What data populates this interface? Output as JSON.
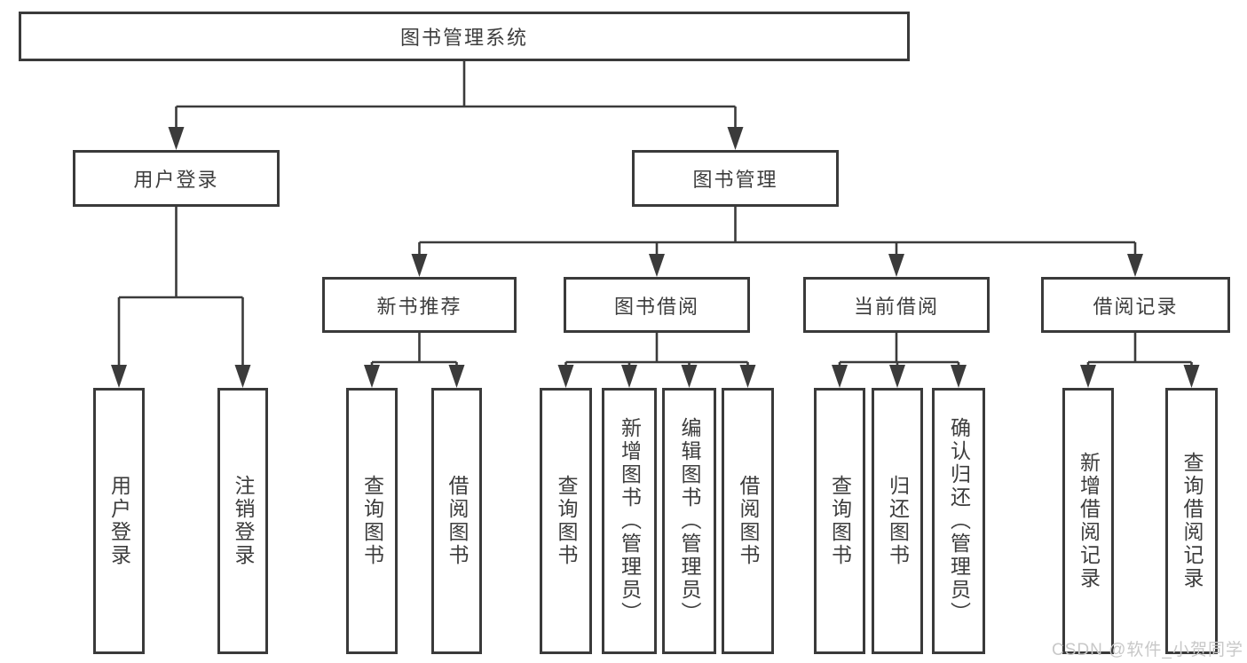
{
  "diagram": {
    "type": "tree-hierarchy",
    "colors": {
      "line": "#3b3b3b",
      "border": "#3a3a3a",
      "text": "#3d3d3d",
      "background": "#ffffff",
      "watermark": "#c8c8c8"
    },
    "tree": {
      "label": "图书管理系统",
      "children": [
        {
          "label": "用户登录",
          "children": [
            {
              "label": "用户登录"
            },
            {
              "label": "注销登录"
            }
          ]
        },
        {
          "label": "图书管理",
          "children": [
            {
              "label": "新书推荐",
              "children": [
                {
                  "label": "查询图书"
                },
                {
                  "label": "借阅图书"
                }
              ]
            },
            {
              "label": "图书借阅",
              "children": [
                {
                  "label": "查询图书"
                },
                {
                  "label": "新增图书（管理员）"
                },
                {
                  "label": "编辑图书（管理员）"
                },
                {
                  "label": "借阅图书"
                }
              ]
            },
            {
              "label": "当前借阅",
              "children": [
                {
                  "label": "查询图书"
                },
                {
                  "label": "归还图书"
                },
                {
                  "label": "确认归还（管理员）"
                }
              ]
            },
            {
              "label": "借阅记录",
              "children": [
                {
                  "label": "新增借阅记录"
                },
                {
                  "label": "查询借阅记录"
                }
              ]
            }
          ]
        }
      ]
    },
    "watermark": "CSDN @软件_小贺同学"
  }
}
